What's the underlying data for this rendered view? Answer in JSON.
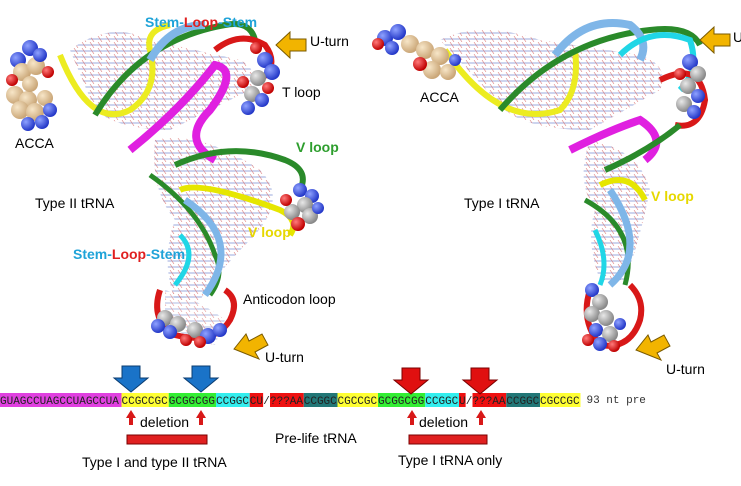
{
  "labels": {
    "stem_loop_stem_top": {
      "stem1": "Stem-",
      "loop": "Loop",
      "stem2": "-Stem"
    },
    "stem_loop_stem_bottom": {
      "stem1": "Stem-",
      "loop": "Loop",
      "stem2": "-Stem"
    },
    "u_turn_top_left": "U-turn",
    "u_turn_bottom_left": "U-turn",
    "u_turn_top_right": "U",
    "u_turn_bottom_right": "U-turn",
    "t_loop": "T loop",
    "v_loop_green": "V loop",
    "v_loop_yellow_left": "V loop",
    "v_loop_yellow_right": "V loop",
    "acca_left": "ACCA",
    "acca_right": "ACCA",
    "type2_trna": "Type II tRNA",
    "type1_trna": "Type I tRNA",
    "anticodon_loop": "Anticodon loop",
    "deletion_left": "deletion",
    "deletion_right": "deletion",
    "pre_life_trna": "Pre-life tRNA",
    "type1_and_type2": "Type I and type II tRNA",
    "type1_only": "Type I tRNA only"
  },
  "sequence": {
    "segments": [
      {
        "text": "GUAGCCUAGCCUAGCCUA",
        "color": "#e040e0"
      },
      {
        "text": "CCGCCGC",
        "color": "#ffff33"
      },
      {
        "text": "GCGGCGG",
        "color": "#33ee33"
      },
      {
        "text": "CCGGC",
        "color": "#33eeee"
      },
      {
        "text": "CU",
        "color": "#ee1111"
      },
      {
        "text": "/",
        "color": "#ffffff"
      },
      {
        "text": "???AA",
        "color": "#ee1111"
      },
      {
        "text": "CCGGC",
        "color": "#227777"
      },
      {
        "text": "CGCCGC",
        "color": "#ffff33"
      },
      {
        "text": "GCGGCGG",
        "color": "#33ee33"
      },
      {
        "text": "CCGGC",
        "color": "#33eeee"
      },
      {
        "text": "U",
        "color": "#ee1111"
      },
      {
        "text": "/",
        "color": "#ffffff"
      },
      {
        "text": "???AA",
        "color": "#ee1111"
      },
      {
        "text": "CCGGC",
        "color": "#227777"
      },
      {
        "text": "CGCCGC",
        "color": "#ffff33"
      }
    ],
    "suffix": "93 nt pre"
  },
  "colors": {
    "stem": "#1fa3d8",
    "loop": "#e02020",
    "v_loop_green": "#2e9e2e",
    "v_loop_yellow": "#e6d800",
    "blue_arrow": "#1a73c8",
    "red_arrow": "#e01010",
    "u_turn_arrow": "#f2b400"
  }
}
